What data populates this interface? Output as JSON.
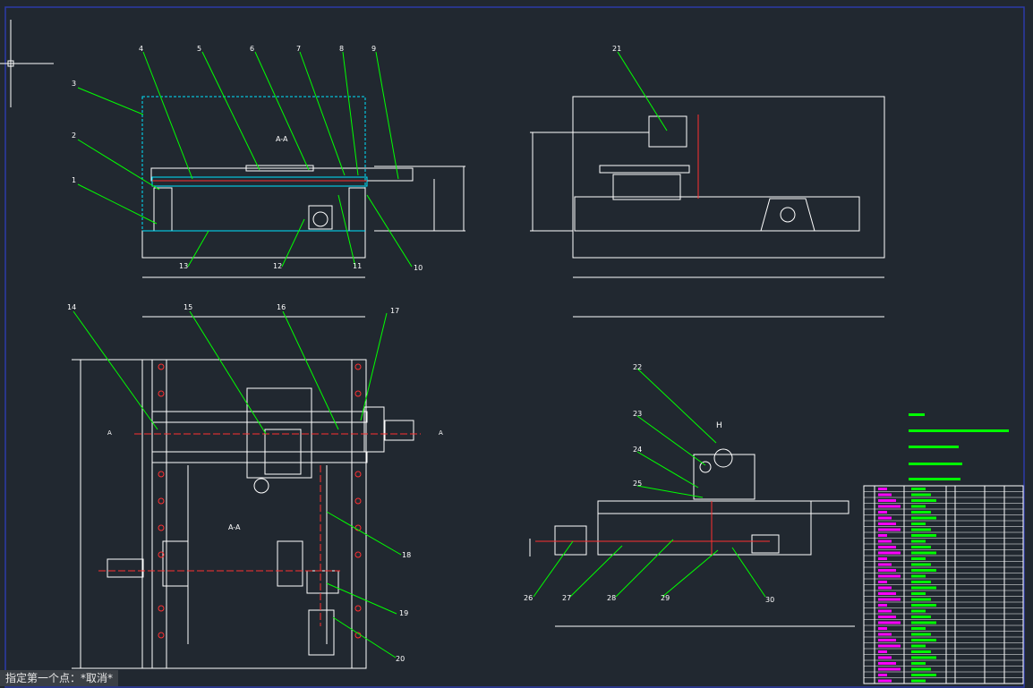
{
  "colors": {
    "background": "#212830",
    "frame": "#2c3aa8",
    "outline": "#ffffff",
    "leader": "#00ff00",
    "centerline": "#ff3030",
    "highlight": "#ff00ff",
    "hatch": "#00e5ff",
    "dimension": "#ffffff"
  },
  "command_line": {
    "prompt": "指定第一个点：*取消*"
  },
  "labels": {
    "balloons": [
      "1",
      "2",
      "3",
      "4",
      "5",
      "6",
      "7",
      "8",
      "9",
      "10",
      "11",
      "12",
      "13",
      "14",
      "15",
      "16",
      "17",
      "18",
      "19",
      "20",
      "21",
      "22",
      "23",
      "24",
      "25",
      "26",
      "27",
      "28",
      "29",
      "30"
    ],
    "section_marks": [
      "A-A",
      "H",
      "A",
      "A"
    ]
  },
  "icons": {
    "crosshair": "crosshair-cursor-icon"
  }
}
